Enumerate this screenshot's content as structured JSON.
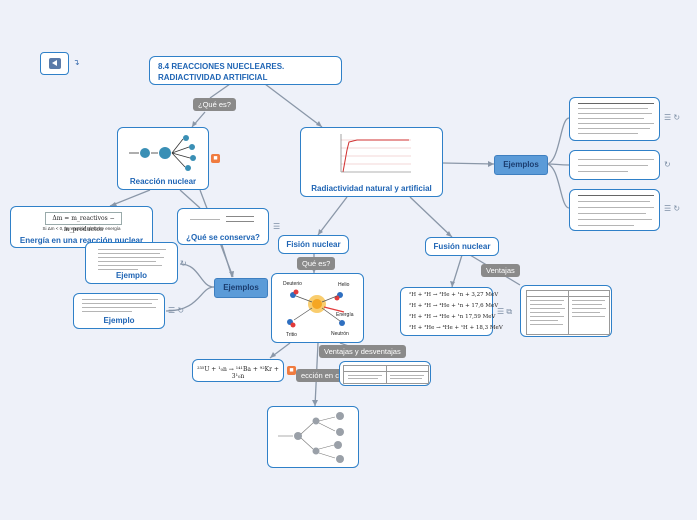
{
  "title": "8.4 REACCIONES NUECLEARES.\nRADIACTIVIDAD ARTIFICIAL",
  "topics": {
    "reaccion_nuclear": "Reacción nuclear",
    "energia": "Energía en una reacción nuclear",
    "que_se_conserva": "¿Qué se conserva?",
    "radiactividad": "Radiactividad natural y artificial",
    "fision": "Fisión nuclear",
    "fusion": "Fusión nuclear",
    "ejemplo": "Ejemplo"
  },
  "tags": {
    "que_es": "¿Qué es?",
    "que_es_2": "Qué es?",
    "ejemplos": "Ejemplos",
    "ventajas": "Ventajas",
    "ventajas_desventajas": "Ventajas y desventajas",
    "reaccion_cadena": "ección en cad"
  },
  "formulas": {
    "delta_m": "Δm = m_reactivos − m_productos",
    "delta_m_note": "Si Δm < 0, la reacción absorbe energía",
    "fission_eq": "²³⁵U + ¹₀n → ¹⁴¹Ba + ⁹²Kr + 3¹₀n",
    "fusion_lines": [
      "²H + ²H → ³He + ¹n + 3,27 MeV",
      "²H + ³H → ⁴He + ¹n + 17,6 MeV",
      "²H + ³H → ⁴He + ¹n   17,59 MeV",
      "²H + ³He → ⁴He + ¹H + 18,3 MeV"
    ]
  },
  "fission_image_labels": {
    "deuterio": "Deuterio",
    "helio": "Helio",
    "energia": "Energía",
    "tritio": "Tritio",
    "neutron": "Neutrón"
  },
  "icons": [
    "back-arrow-icon",
    "note-icon",
    "link-icon",
    "attachment-icon"
  ],
  "colors": {
    "accent": "#2f80c8",
    "tag_gray": "#8a8a8a",
    "tag_blue": "#5b9bd8",
    "background": "#eef1f9"
  }
}
